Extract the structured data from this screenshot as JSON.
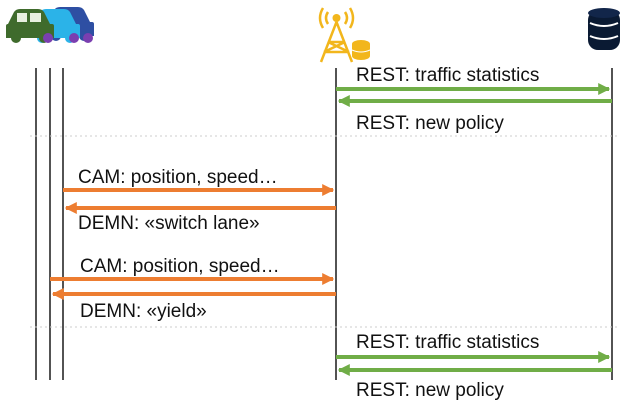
{
  "diagram": {
    "participants": [
      {
        "id": "vehicles",
        "icon": "cars-icon"
      },
      {
        "id": "roadside-unit",
        "icon": "antenna-tower-icon"
      },
      {
        "id": "server",
        "icon": "database-icon"
      }
    ],
    "colors": {
      "rest": "#70AD47",
      "its": "#ED7D31",
      "lifeline": "#1a1a1a",
      "database": "#0a1a33",
      "tower": "#F2B61C"
    },
    "messages": [
      {
        "id": "m1",
        "label": "REST: traffic statistics",
        "from": "roadside-unit",
        "to": "server",
        "type": "rest"
      },
      {
        "id": "m2",
        "label": "REST: new policy",
        "from": "server",
        "to": "roadside-unit",
        "type": "rest"
      },
      {
        "id": "m3",
        "label": "CAM: position, speed…",
        "from": "vehicles",
        "to": "roadside-unit",
        "type": "its"
      },
      {
        "id": "m4",
        "label": "DEMN: «switch lane»",
        "from": "roadside-unit",
        "to": "vehicles",
        "type": "its"
      },
      {
        "id": "m5",
        "label": "CAM: position, speed…",
        "from": "vehicles",
        "to": "roadside-unit",
        "type": "its"
      },
      {
        "id": "m6",
        "label": "DEMN: «yield»",
        "from": "roadside-unit",
        "to": "vehicles",
        "type": "its"
      },
      {
        "id": "m7",
        "label": "REST: traffic statistics",
        "from": "roadside-unit",
        "to": "server",
        "type": "rest"
      },
      {
        "id": "m8",
        "label": "REST: new policy",
        "from": "server",
        "to": "roadside-unit",
        "type": "rest"
      }
    ]
  }
}
